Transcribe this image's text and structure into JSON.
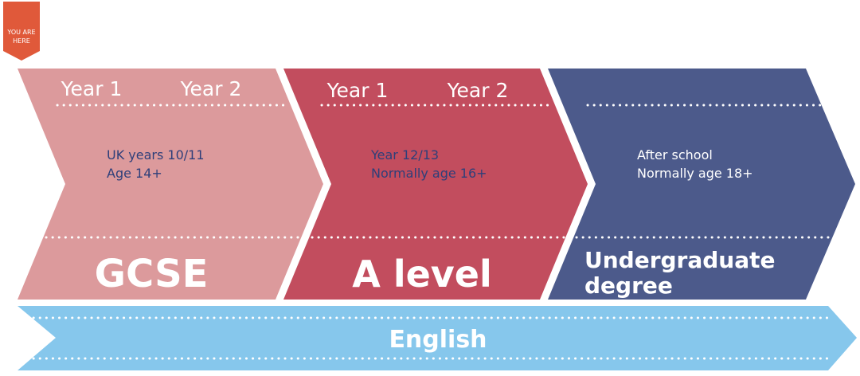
{
  "badge": {
    "text_line1": "YOU ARE",
    "text_line2": "HERE",
    "color": "#e0593a"
  },
  "stages": [
    {
      "year_a": "Year 1",
      "year_b": "Year 2",
      "info_line1": "UK years 10/11",
      "info_line2": "Age 14+",
      "title_line1": "GCSE",
      "title_line2": "",
      "fill": "#dc9a9c",
      "info_color": "#2e3f7a"
    },
    {
      "year_a": "Year 1",
      "year_b": "Year 2",
      "info_line1": "Year 12/13",
      "info_line2": "Normally age 16+",
      "title_line1": "A level",
      "title_line2": "",
      "fill": "#c24d5e",
      "info_color": "#2e3f7a"
    },
    {
      "info_line1": "After school",
      "info_line2": "Normally age 18+",
      "title_line1": "Undergraduate",
      "title_line2": "degree",
      "fill": "#4c5a8b",
      "info_color": "#ffffff"
    }
  ],
  "english_band": {
    "label": "English",
    "fill": "#86c7ec"
  }
}
